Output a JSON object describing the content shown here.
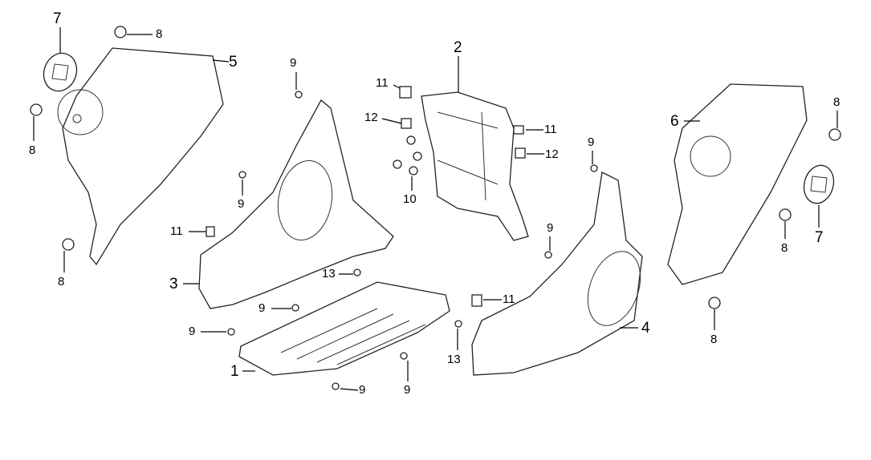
{
  "diagram": {
    "callouts": {
      "c1": "1",
      "c2": "2",
      "c3": "3",
      "c4": "4",
      "c5": "5",
      "c6": "6",
      "c7a": "7",
      "c7b": "7",
      "c8a": "8",
      "c8b": "8",
      "c8c": "8",
      "c8d": "8",
      "c8e": "8",
      "c8f": "8",
      "c9a": "9",
      "c9b": "9",
      "c9c": "9",
      "c9d": "9",
      "c9e": "9",
      "c9f": "9",
      "c9g": "9",
      "c9h": "9",
      "c10": "10",
      "c11a": "11",
      "c11b": "11",
      "c11c": "11",
      "c11d": "11",
      "c12a": "12",
      "c12b": "12",
      "c13a": "13",
      "c13b": "13"
    }
  }
}
